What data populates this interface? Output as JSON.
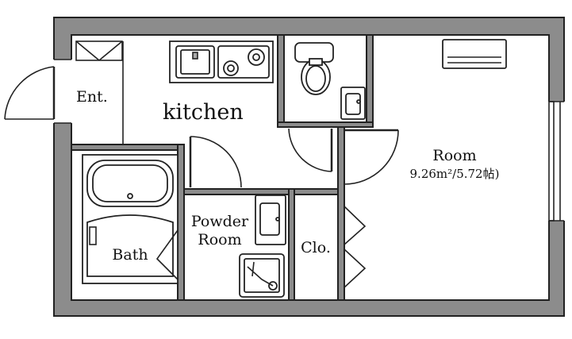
{
  "rooms": {
    "entrance": "Ent.",
    "kitchen": "kitchen",
    "room": "Room",
    "room_area": "9.26m²/5.72帖)",
    "powder_room_line1": "Powder",
    "powder_room_line2": "Room",
    "closet": "Clo.",
    "bath": "Bath"
  },
  "icons": {
    "air_conditioner": "air-conditioner-icon",
    "stove": "gas-stove-icon",
    "sink": "kitchen-sink-icon",
    "toilet": "toilet-icon",
    "bathtub": "bathtub-icon",
    "washbasin": "washbasin-icon",
    "washer": "washing-machine-pan-icon"
  },
  "colors": {
    "wall": "#8c8c8c",
    "line": "#222222",
    "floor": "#ffffff"
  }
}
